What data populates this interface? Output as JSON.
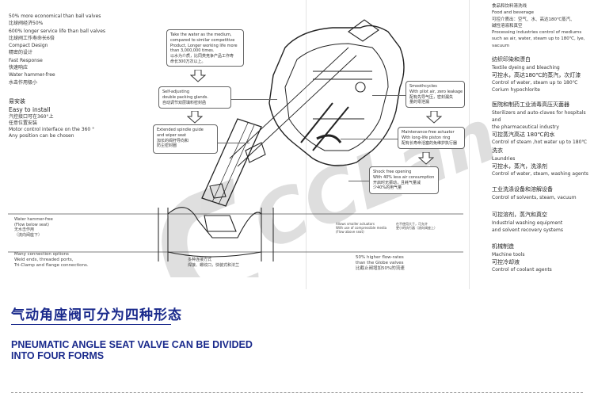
{
  "left_features": [
    "50% more economical than ball valves",
    "比球阀经济50%",
    "600% longer service life than ball valves",
    "比球阀工作寿命长6倍",
    "Compact Design",
    "精密的设计",
    "Fast Response",
    "快速响应",
    "Water hammer-free",
    "水击作用极小"
  ],
  "install": {
    "cn": "易安装",
    "en": "Easy to install",
    "lines": [
      "汽控接口可在360°上",
      "任意位置安装",
      "Motor control interface on the 360 °",
      "Any position can be chosen"
    ]
  },
  "water_hammer": [
    "Water hammer-free",
    "(Flow below seat)",
    "无水击作用",
    "（流向阀座下）"
  ],
  "connections": [
    "Many connection options",
    "Weld ends, threaded ports,",
    "Tri-Clamp and flange connections."
  ],
  "callouts": {
    "take_water": [
      "Take the water as the medium,",
      "compared to similar competitive",
      "Product, Longer working life more",
      "than 3,000,000 times.",
      "以水为介质，比同类竞争产品工作寿",
      "命长300万次以上。"
    ],
    "self_adjusting": [
      "Self-adjusting",
      "double packing glands.",
      "自动调节双层填料密封函"
    ],
    "extended_spindle": [
      "Extended spindle guide",
      "and wiper seat",
      "加长的阀杆导向和",
      "防尘密封圈"
    ],
    "smoothcycles": [
      "Smoothcycles",
      "With pilot air, zero leakage",
      "配有先导气压，密封漏失",
      "量的零泄漏"
    ],
    "maintenance": [
      "Maintenance-free actuator",
      "With long-life piston ring",
      "配有长寿命活塞的免维护执行器"
    ],
    "shock_free": [
      "Shock free opening",
      "With 40% less air consumption",
      "开启时无振动，且耗气量减",
      "少40%的用气量"
    ],
    "multiple_conn": [
      "多种连接方式",
      "焊接、螺纹口，快装式和法兰"
    ],
    "flow_rate": [
      "50% higher flow-rates",
      "than the Globe valves",
      "比截止阀增加50%的流速"
    ],
    "allows_smaller": [
      "Allows smaller actuators",
      "With use of compressible media",
      "(Flow above seat)"
    ],
    "cn_small_note": [
      "在不使用大于，可允许",
      "更小的执行器（流向阀座上）"
    ]
  },
  "right_panel": {
    "top": [
      "食品和饮料清洗线",
      "Food and beverage",
      "可控介质出：空气、水、高达180℃蒸汽、",
      "碱性溶液和真空",
      "Processing industries control of mediums",
      " such as air, water, steam up to 180℃, lye,",
      "vacuum"
    ],
    "textile": [
      "纺织印染和漂白",
      "Textile dyeing and bleaching",
      "可控水，高达180℃的蒸汽，次灯漆",
      "Control of water, steam up to 180℃",
      "Corium hypochlorite"
    ],
    "medical": [
      "医院和制药工业消毒高压灭菌器",
      "Sterilizers and auto-claves for hospitals and",
      "the pharmaceutical industry",
      "可控蒸汽高达 180℃的水",
      "Control of steam ,hot water up to 180℃"
    ],
    "laundry": [
      "洗衣",
      "Laundries",
      "可控水，蒸汽，洗涤剂",
      "Control of water, steam, washing agents"
    ],
    "industrial": [
      "工业洗涤设备和溶解设备",
      "Control of solvents, steam, vacuum"
    ],
    "equipment": [
      "可控溶剂，蒸汽和真空",
      "Industrial washing equipment",
      "and solvent recovery systems"
    ],
    "machine": [
      "机械制造",
      "Machine tools",
      "可控冷却液",
      "Control of coolant agents"
    ]
  },
  "title_cn": "气动角座阀可分为四种形态",
  "title_en_1": "PNEUMATIC ANGLE SEAT VALVE CAN BE DIVIDED",
  "title_en_2": "INTO FOUR FORMS",
  "watermark_text": "CCLan",
  "colors": {
    "title": "#1a2a8c",
    "watermark": "#d9d9d9",
    "line": "#666666"
  }
}
